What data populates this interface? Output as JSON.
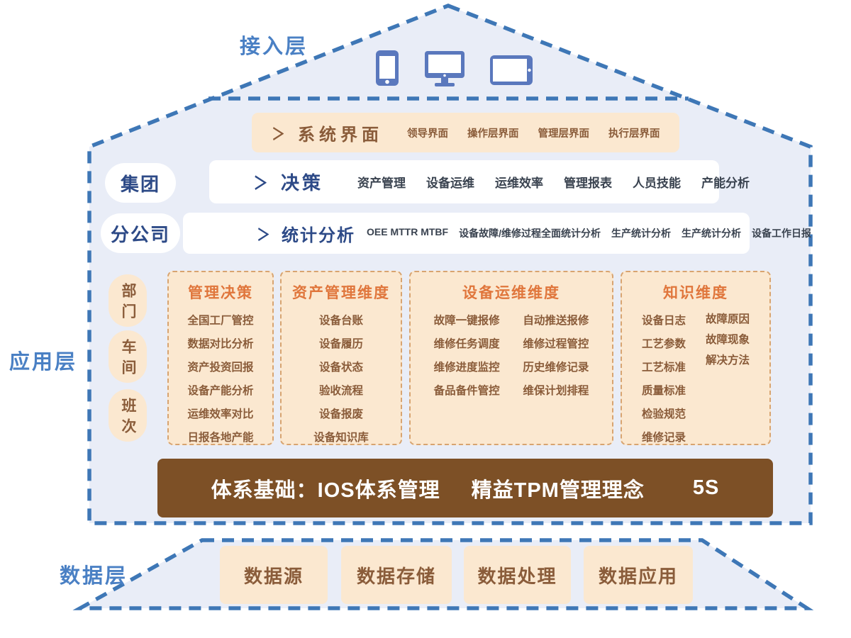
{
  "colors": {
    "dash_blue": "#3E77B6",
    "label_blue": "#4A80C4",
    "navy_text": "#2D4A87",
    "icon_blue": "#5A78BD",
    "house_fill": "#E9EDF7",
    "cream_fill": "#FBE8D0",
    "box_dash_border": "#D8A470",
    "orange_title": "#E0763C",
    "brown_text": "#8A5C3A",
    "dark_item_text": "#3A4350",
    "foundation_brown": "#7D5026"
  },
  "access_layer": {
    "label": "接入层",
    "icons": [
      "smartphone-icon",
      "monitor-icon",
      "tablet-icon"
    ]
  },
  "system_ui_row": {
    "chevron": "＞",
    "title": "系统界面",
    "items": [
      "领导界面",
      "操作层界面",
      "管理层界面",
      "执行层界面"
    ]
  },
  "org_left": {
    "group": "集团",
    "branch": "分公司",
    "pills": [
      "部门",
      "车间",
      "班次"
    ]
  },
  "decision_row": {
    "chevron": "＞",
    "title": "决策",
    "items": [
      "资产管理",
      "设备运维",
      "运维效率",
      "管理报表",
      "人员技能",
      "产能分析"
    ]
  },
  "stats_row": {
    "chevron": "＞",
    "title": "统计分析",
    "items": [
      "OEE MTTR MTBF",
      "设备故障/维修过程全面统计分析",
      "生产统计分析",
      "生产统计分析",
      "设备工作日报"
    ]
  },
  "app_layer": {
    "label": "应用层"
  },
  "dimension_boxes": [
    {
      "title": "管理决策",
      "columns": [
        [
          "全国工厂管控",
          "数据对比分析",
          "资产投资回报",
          "设备产能分析",
          "运维效率对比",
          "日报各地产能"
        ]
      ]
    },
    {
      "title": "资产管理维度",
      "columns": [
        [
          "设备台账",
          "设备履历",
          "设备状态",
          "验收流程",
          "设备报废",
          "设备知识库"
        ]
      ]
    },
    {
      "title": "设备运维维度",
      "columns": [
        [
          "故障一键报修",
          "维修任务调度",
          "维修进度监控",
          "备品备件管控"
        ],
        [
          "自动推送报修",
          "维修过程管控",
          "历史维修记录",
          "维保计划排程"
        ]
      ]
    },
    {
      "title": "知识维度",
      "columns": [
        [
          "设备日志",
          "工艺参数",
          "工艺标准",
          "质量标准",
          "检验规范",
          "维修记录"
        ],
        [
          "故障原因",
          "故障现象",
          "解决方法"
        ]
      ]
    }
  ],
  "foundation_bar": {
    "segments": [
      "体系基础：IOS体系管理",
      "精益TPM管理理念",
      "5S"
    ]
  },
  "data_layer": {
    "label": "数据层",
    "boxes": [
      "数据源",
      "数据存储",
      "数据处理",
      "数据应用"
    ]
  }
}
